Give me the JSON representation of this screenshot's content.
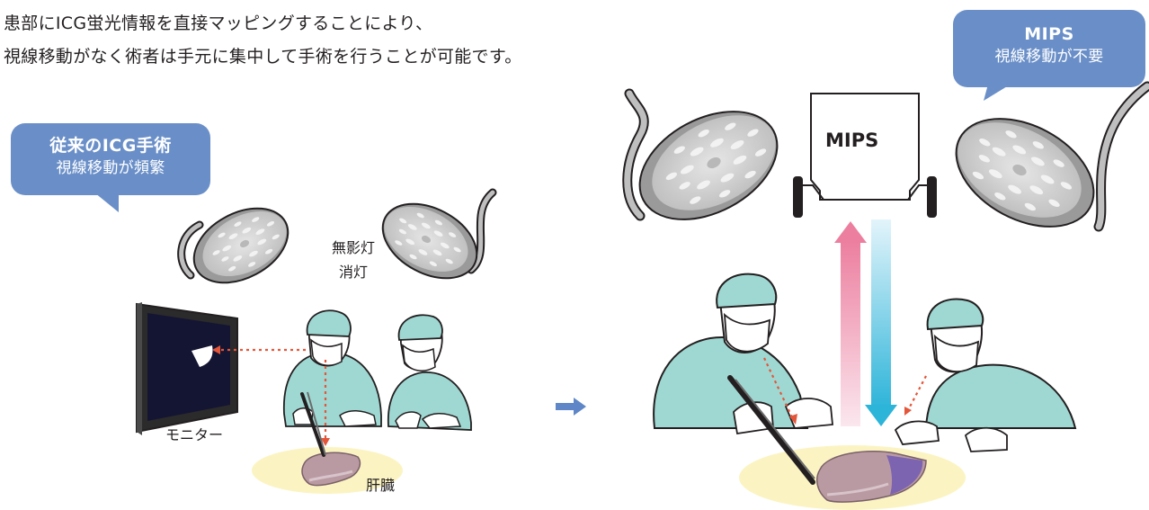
{
  "intro": {
    "line1": "患部にICG蛍光情報を直接マッピングすることにより、",
    "line2": "視線移動がなく術者は手元に集中して手術を行うことが可能です。"
  },
  "left_bubble": {
    "title": "従来のICG手術",
    "subtitle": "視線移動が頻繁"
  },
  "right_bubble": {
    "title": "MIPS",
    "subtitle": "視線移動が不要"
  },
  "labels": {
    "lights_off_line1": "無影灯",
    "lights_off_line2": "消灯",
    "monitor": "モニター",
    "liver": "肝臓",
    "mips_device": "MIPS"
  },
  "colors": {
    "bubble": "#6a8fc8",
    "gown": "#9fd8d2",
    "outline": "#231f20",
    "sight_line": "#e4563a",
    "spotlight": "#fbf4c2",
    "liver": "#b99aa3",
    "fluorescence": "#7c64b0",
    "arrow_up": "#ee8aa6",
    "arrow_down": "#38b7d8",
    "transition_arrow": "#5f86c6"
  },
  "icons": [
    "surgical-light-icon",
    "monitor-icon",
    "surgeon-icon",
    "forceps-icon",
    "liver-icon",
    "projector-icon"
  ]
}
